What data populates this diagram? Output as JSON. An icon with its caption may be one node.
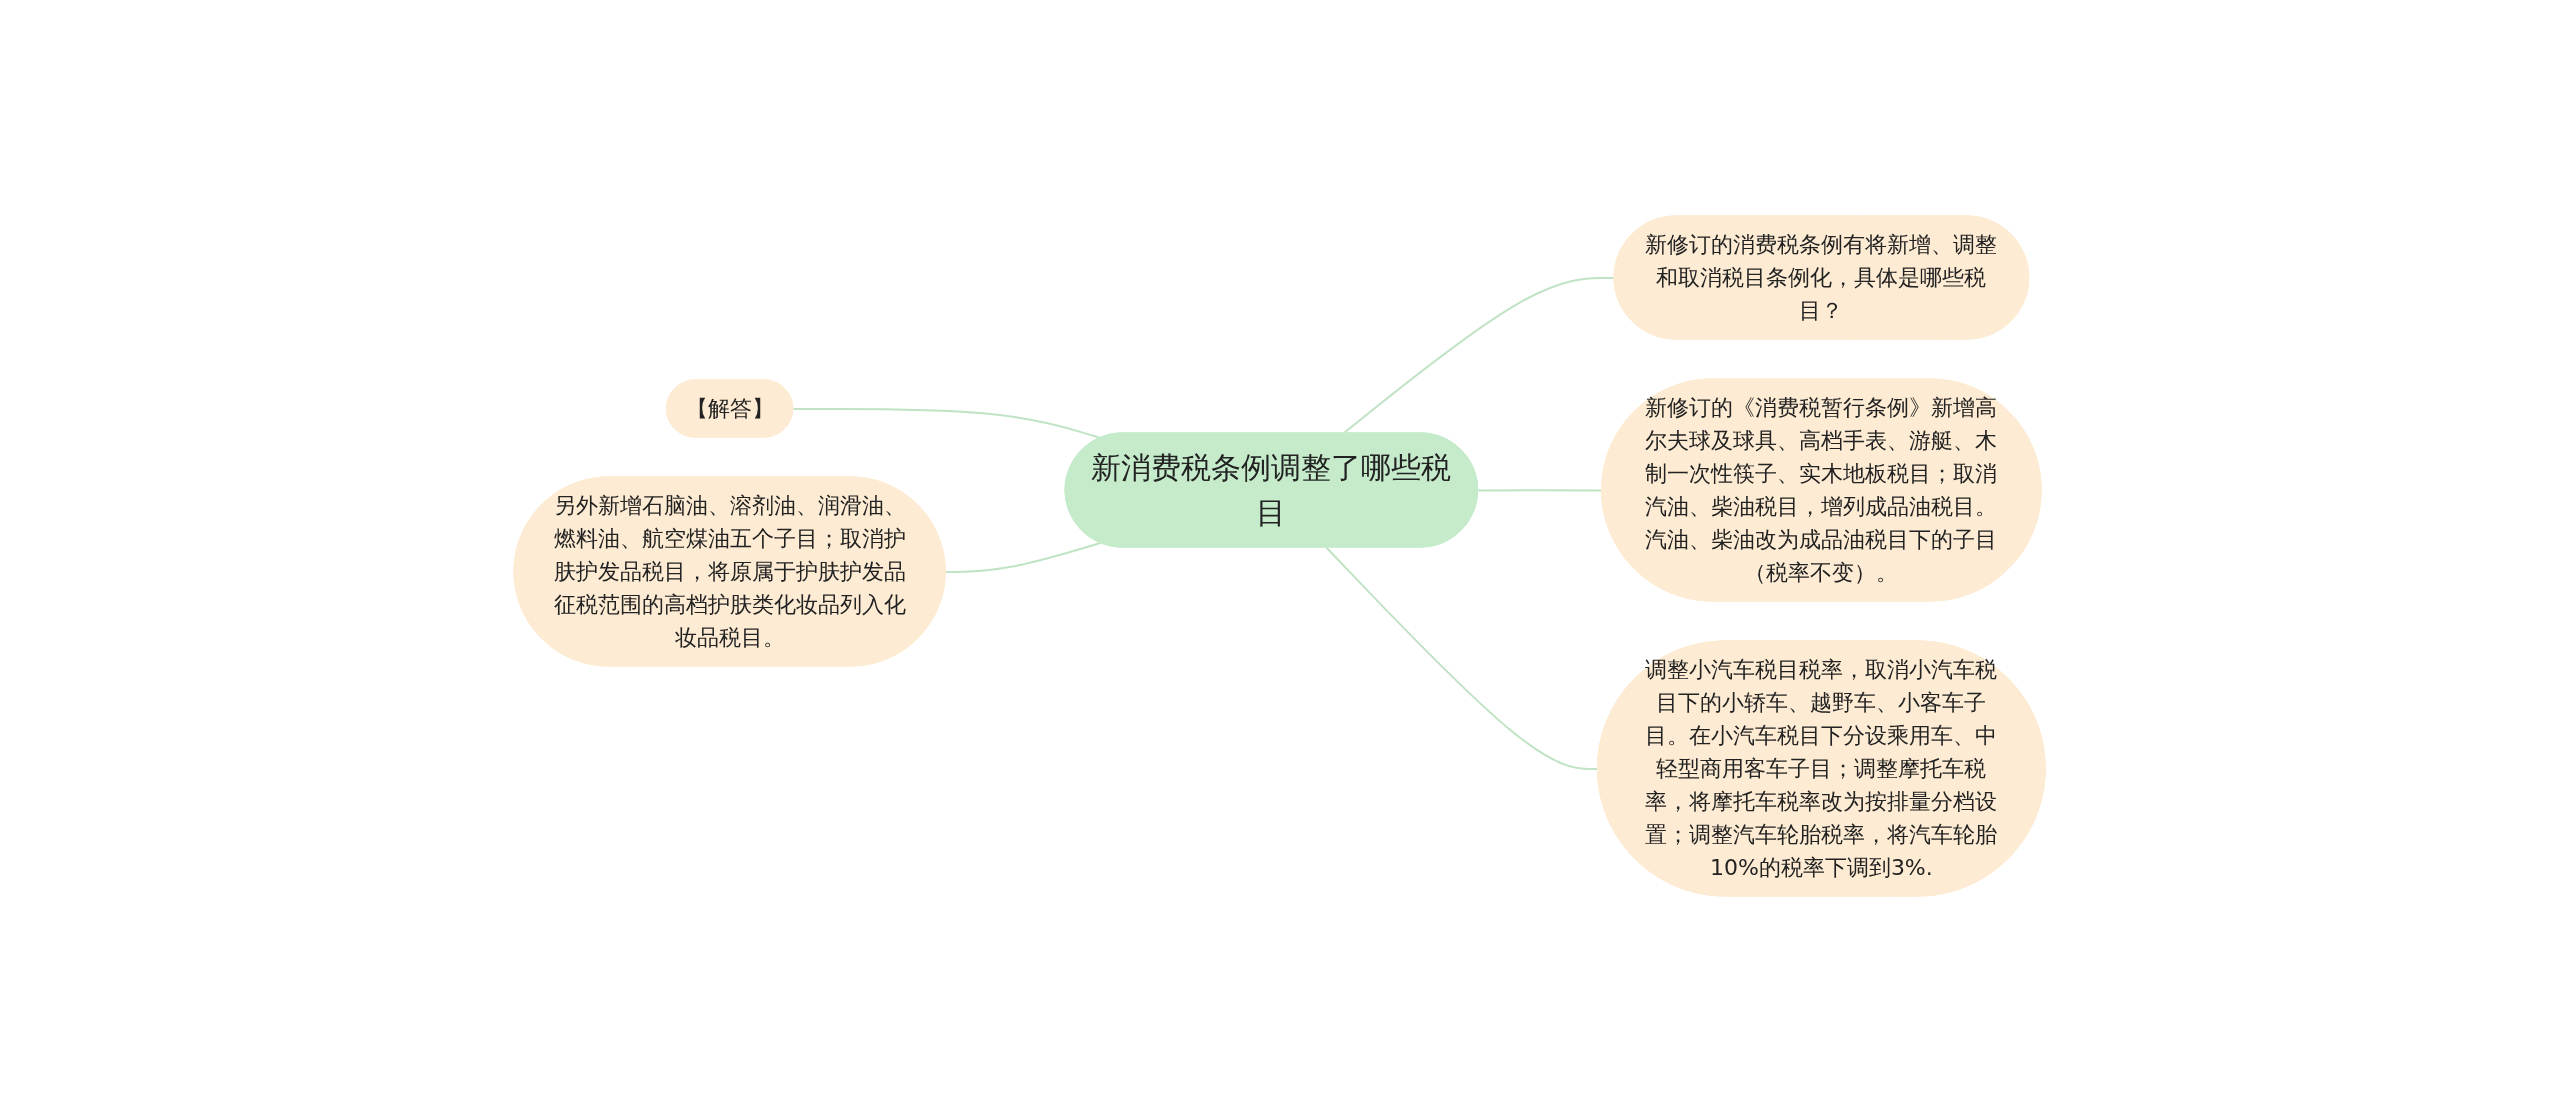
{
  "diagram": {
    "nodes": [
      {
        "text": [
          "新消费税条例调整了哪些税目"
        ]
      },
      {
        "text": [
          "新修订的消费税条例有将新增、调整和取消税目条例化，具体是哪些税目？"
        ]
      },
      {
        "text": [
          "新修订的《消费税暂行条例》新增高尔夫球及球具、高档手表、游艇、木制一次性筷子、实木地板税目；取消汽油、柴油税目，增列成品油税目。汽油、柴油改为成品油税目下的子目（税率不变）。"
        ]
      },
      {
        "text": [
          "调整小汽车税目税率，取消小汽车税目下的小轿车、越野车、小客车子目。在小汽车税目下分设乘用车、中轻型商用客车子目；调整摩托车税率，将摩托车税率改为按排量分档设置；调整汽车轮胎税率，将汽车轮胎10%的税率下调到3%."
        ]
      },
      {
        "text": [
          "【解答】"
        ]
      },
      {
        "text": [
          "另外新增石脑油、溶剂油、润滑油、燃料油、航空煤油五个子目；取消护肤护发品税目，将原属于护肤护发品征税范围的高档护肤类化妆品列入化妆品税目。"
        ]
      }
    ],
    "edges": [
      {
        "from": 0,
        "to": 1,
        "arrow": "none"
      },
      {
        "from": 0,
        "to": 2,
        "arrow": "none"
      },
      {
        "from": 0,
        "to": 3,
        "arrow": "none"
      },
      {
        "from": 0,
        "to": 4,
        "arrow": "none"
      },
      {
        "from": 0,
        "to": 5,
        "arrow": "none"
      }
    ]
  }
}
